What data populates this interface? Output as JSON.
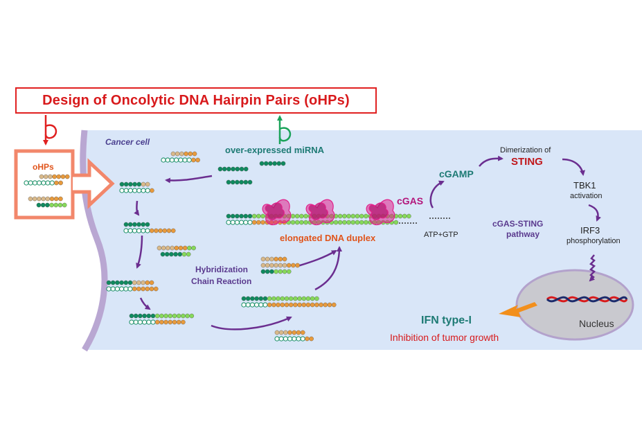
{
  "title": "Design of Oncolytic DNA Hairpin Pairs (oHPs)",
  "labels": {
    "cancer_cell": "Cancer cell",
    "ohps": "oHPs",
    "mirna": "over-expressed miRNA",
    "cgas": "cGAS",
    "cgamp": "cGAMP",
    "dimerization": "Dimerization of",
    "sting": "STING",
    "tbk1": "TBK1",
    "activation": "activation",
    "irf3": "IRF3",
    "phosphorylation": "phosphorylation",
    "pathway_line1": "cGAS-STING",
    "pathway_line2": "pathway",
    "atp_gtp": "ATP+GTP",
    "duplex": "elongated DNA duplex",
    "hcr_line1": "Hybridization",
    "hcr_line2": "Chain Reaction",
    "nucleus": "Nucleus",
    "ifn": "IFN type-I",
    "inhibition": "Inhibition of tumor growth"
  },
  "colors": {
    "dark_green": "#0f8a5f",
    "light_green": "#86d95a",
    "orange": "#e89a3c",
    "tan": "#d9b98a",
    "purple": "#6b2e8f",
    "cell_fill": "#d9e6f8",
    "membrane": "#b9a7d2",
    "red": "#d8191b",
    "teal_text": "#1d7a74",
    "protein": "#e0218a"
  }
}
